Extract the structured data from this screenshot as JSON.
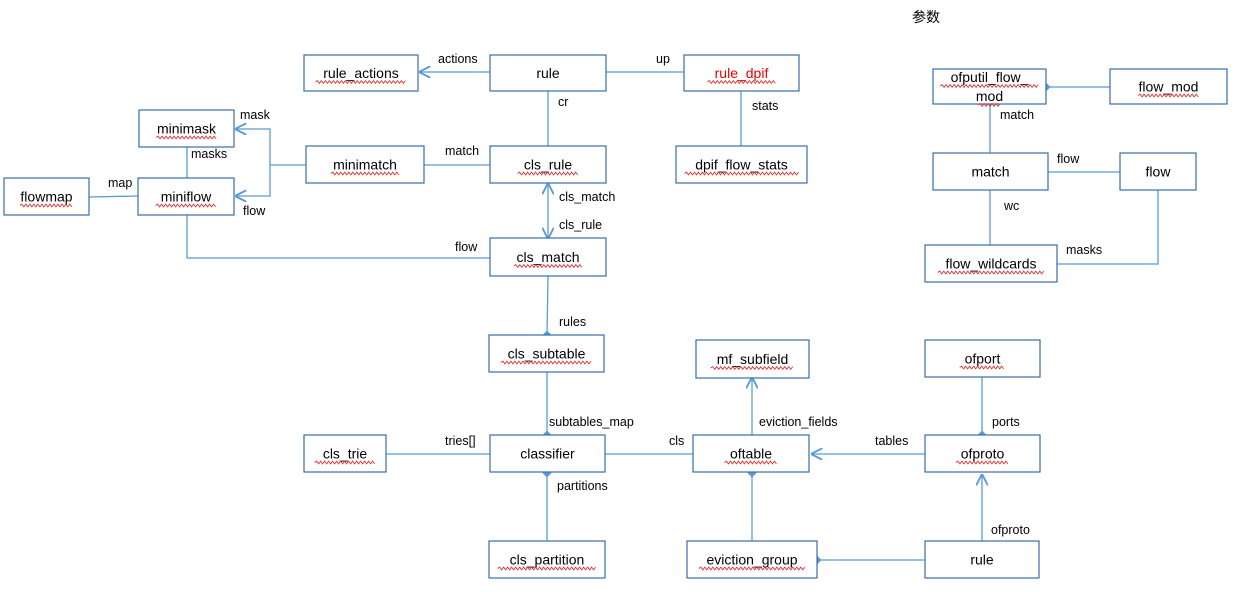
{
  "title": "参数",
  "colors": {
    "box_border": "#3a6ea8",
    "line": "#5b9bd5",
    "red_text": "#e60000"
  },
  "nodes": {
    "rule_actions": "rule_actions",
    "rule": "rule",
    "rule_dpif": "rule_dpif",
    "minimask": "minimask",
    "minimatch": "minimatch",
    "cls_rule": "cls_rule",
    "dpif_flow_stats": "dpif_flow_stats",
    "flowmap": "flowmap",
    "miniflow": "miniflow",
    "cls_match": "cls_match",
    "cls_subtable": "cls_subtable",
    "cls_trie": "cls_trie",
    "classifier": "classifier",
    "cls_partition": "cls_partition",
    "mf_subfield": "mf_subfield",
    "oftable": "oftable",
    "eviction_group": "eviction_group",
    "ofport": "ofport",
    "ofproto": "ofproto",
    "rule2": "rule",
    "ofputil_flow_mod_1": "ofputil_flow_",
    "ofputil_flow_mod_2": "mod",
    "flow_mod": "flow_mod",
    "match": "match",
    "flow": "flow",
    "flow_wildcards": "flow_wildcards"
  },
  "edge_labels": {
    "actions": "actions",
    "up": "up",
    "cr": "cr",
    "stats": "stats",
    "mask": "mask",
    "masks": "masks",
    "match": "match",
    "map": "map",
    "flow_mini": "flow",
    "cls_match": "cls_match",
    "cls_rule": "cls_rule",
    "flow_clsmatch": "flow",
    "rules": "rules",
    "subtables_map": "subtables_map",
    "tries": "tries[]",
    "cls": "cls",
    "partitions": "partitions",
    "eviction_fields": "eviction_fields",
    "tables": "tables",
    "ports": "ports",
    "ofproto": "ofproto",
    "match_r": "match",
    "flow_r": "flow",
    "wc": "wc",
    "masks_r": "masks"
  }
}
